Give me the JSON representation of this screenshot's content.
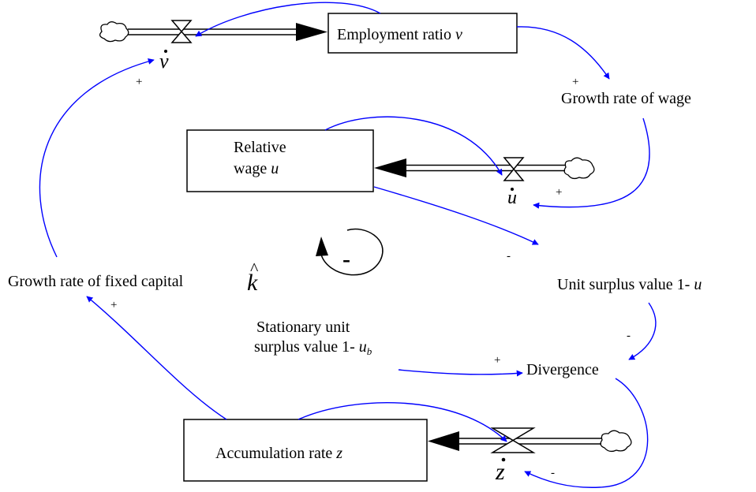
{
  "stocks": {
    "employment": {
      "prefix": "Employment ratio ",
      "symbol": "v"
    },
    "relative_wage": {
      "line1": "Relative",
      "line2_prefix": "wage ",
      "symbol": "u"
    },
    "accumulation": {
      "prefix": "Accumulation rate ",
      "symbol": "z"
    }
  },
  "flows": {
    "v_dot": "v",
    "u_dot": "u",
    "z_dot": "z"
  },
  "auxiliaries": {
    "growth_wage": "Growth rate of wage",
    "unit_surplus": {
      "prefix": "Unit surplus value 1- ",
      "symbol": "u"
    },
    "stationary": {
      "line1": "Stationary  unit",
      "line2_prefix": "surplus value 1- ",
      "symbol": "u",
      "subscript": "b"
    },
    "divergence": "Divergence",
    "growth_capital": {
      "prefix": "Growth rate of fixed capital ",
      "symbol": "k",
      "hat": "^"
    }
  },
  "polarities": {
    "v_dot": "+",
    "growth_wage": "+",
    "u_dot": "+",
    "unit_surplus": "-",
    "divergence_from_unit": "-",
    "divergence_from_stationary": "+",
    "z_dot": "-",
    "growth_capital": "+"
  },
  "loop": {
    "polarity": "-"
  },
  "colors": {
    "link": "#0000ff",
    "stroke": "#000000"
  }
}
